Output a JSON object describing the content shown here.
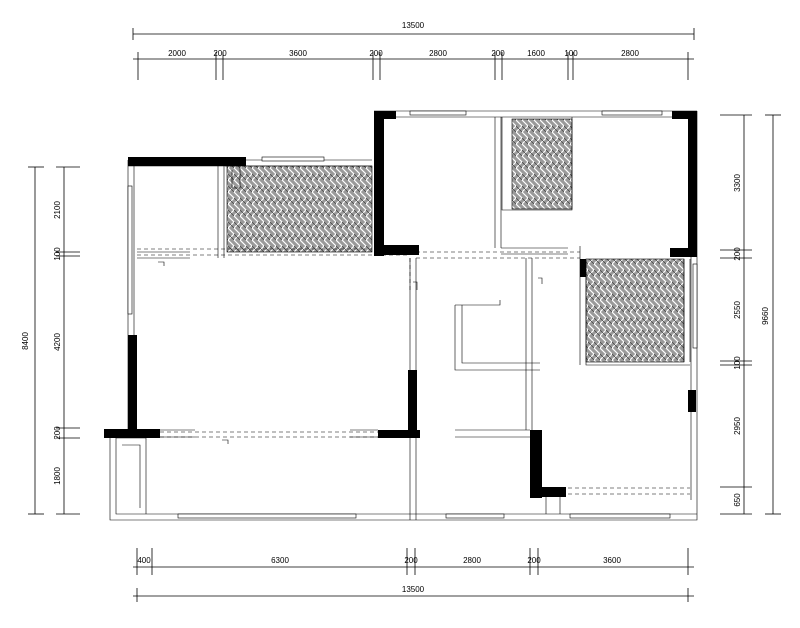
{
  "top_dims": {
    "total": "13500",
    "segments": [
      "2000",
      "200",
      "3600",
      "200",
      "2800",
      "200",
      "1600",
      "100",
      "2800"
    ]
  },
  "bottom_dims": {
    "total": "13500",
    "segments": [
      "400",
      "6300",
      "200",
      "2800",
      "200",
      "3600"
    ]
  },
  "left_dims": {
    "total": "8400",
    "segments": [
      "2100",
      "100",
      "4200",
      "200",
      "1800"
    ]
  },
  "right_dims": {
    "total": "9660",
    "segments": [
      "3300",
      "200",
      "2550",
      "100",
      "2950",
      "650"
    ]
  },
  "rooms": {
    "room_a": "",
    "room_b": "",
    "room_c": ""
  },
  "tags": {
    "tag_1": "",
    "tag_2": "",
    "tag_3": "",
    "tag_4": ""
  },
  "colors": {
    "line": "#000000",
    "background": "#ffffff",
    "hatch": "#555555"
  }
}
